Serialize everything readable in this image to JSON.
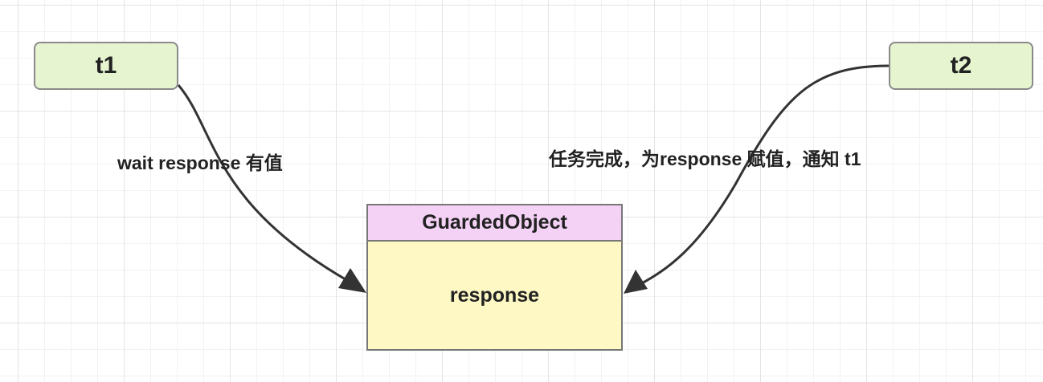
{
  "nodes": {
    "t1": "t1",
    "t2": "t2",
    "guarded_object": {
      "title": "GuardedObject",
      "field": "response"
    }
  },
  "edges": {
    "t1_to_guarded": "wait response 有值",
    "t2_to_guarded": "任务完成，为response 赋值，通知 t1"
  },
  "colors": {
    "thread_fill": "#e6f5cf",
    "class_header_fill": "#f4d2f6",
    "class_body_fill": "#fdf8c4",
    "arrow": "#333333"
  }
}
